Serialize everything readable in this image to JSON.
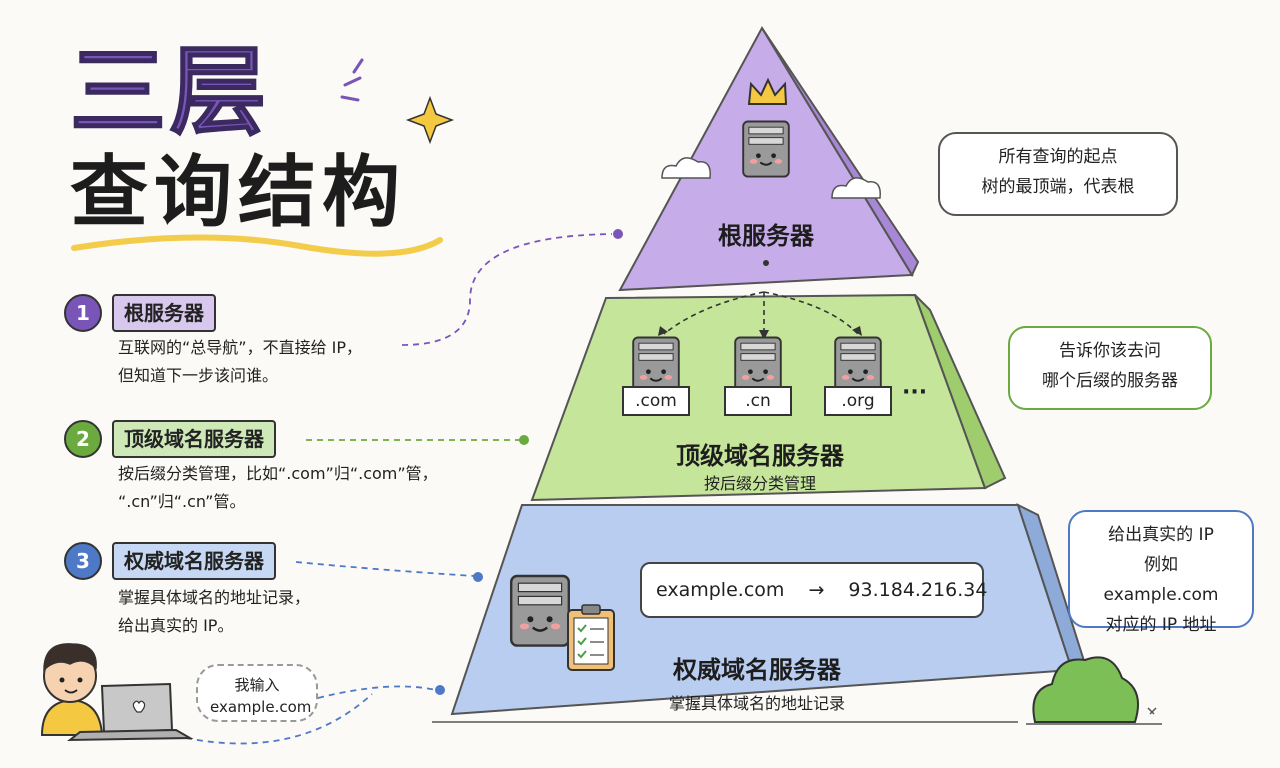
{
  "title": {
    "line1": "三层",
    "line2": "查询结构"
  },
  "legend": [
    {
      "number": "1",
      "label": "根服务器",
      "desc_lines": [
        "互联网的“总导航”，不直接给 IP，",
        "但知道下一步该问谁。"
      ],
      "color": "#7a55b8",
      "label_bg": "#d9c8ee"
    },
    {
      "number": "2",
      "label": "顶级域名服务器",
      "desc_lines": [
        "按后缀分类管理，比如“.com”归“.com”管，",
        "“.cn”归“.cn”管。"
      ],
      "color": "#6aaa3e",
      "label_bg": "#cfe8b8"
    },
    {
      "number": "3",
      "label": "权威域名服务器",
      "desc_lines": [
        "掌握具体域名的地址记录，",
        "给出真实的 IP。"
      ],
      "color": "#4d79c6",
      "label_bg": "#c6d8f3"
    }
  ],
  "pyramid": {
    "root": {
      "title": "根服务器",
      "color": "#c6ace8"
    },
    "tld": {
      "title": "顶级域名服务器",
      "subtitle": "按后缀分类管理",
      "color": "#c5e59b",
      "servers": [
        ".com",
        ".cn",
        ".org"
      ],
      "more": "···"
    },
    "authoritative": {
      "title": "权威域名服务器",
      "subtitle": "掌握具体域名的地址记录",
      "color": "#b8cdf0",
      "mapping": {
        "domain": "example.com",
        "arrow": "→",
        "ip": "93.184.216.34"
      }
    }
  },
  "callouts": {
    "root": [
      "所有查询的起点",
      "树的最顶端，代表根"
    ],
    "tld": [
      "告诉你该去问",
      "哪个后缀的服务器"
    ],
    "auth": [
      "给出真实的 IP",
      "例如 example.com",
      "对应的 IP 地址"
    ]
  },
  "user": {
    "bubble_lines": [
      "我输入",
      "example.com"
    ]
  },
  "icons": [
    "crown-icon",
    "server-icon",
    "cloud-icon",
    "sparkle-icon",
    "clipboard-icon",
    "laptop-icon",
    "bush-icon",
    "user-avatar-icon"
  ]
}
